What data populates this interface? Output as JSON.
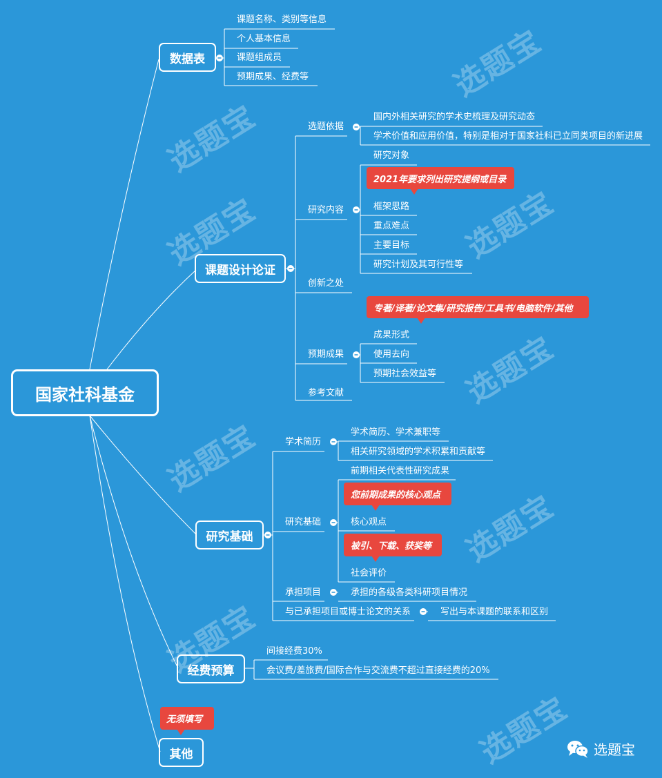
{
  "root": "国家社科基金",
  "branches": {
    "data_table": {
      "title": "数据表",
      "items": [
        "课题名称、类别等信息",
        "个人基本信息",
        "课题组成员",
        "预期成果、经费等"
      ]
    },
    "design": {
      "title": "课题设计论证",
      "basis": {
        "label": "选题依据",
        "items": [
          "国内外相关研究的学术史梳理及研究动态",
          "学术价值和应用价值，特别是相对于国家社科已立同类项目的新进展"
        ]
      },
      "content": {
        "label": "研究内容",
        "items": [
          "研究对象",
          "框架思路",
          "重点难点",
          "主要目标",
          "研究计划及其可行性等"
        ],
        "callout": "2021年要求列出研究提纲或目录"
      },
      "innovation": {
        "label": "创新之处"
      },
      "outcomes": {
        "label": "预期成果",
        "items": [
          "成果形式",
          "使用去向",
          "预期社会效益等"
        ],
        "callout": "专著/译著/论文集/研究报告/工具书/电脑软件/其他"
      },
      "references": {
        "label": "参考文献"
      }
    },
    "foundation": {
      "title": "研究基础",
      "resume": {
        "label": "学术简历",
        "items": [
          "学术简历、学术兼职等",
          "相关研究领域的学术积累和贡献等"
        ]
      },
      "basis": {
        "label": "研究基础",
        "items": [
          "前期相关代表性研究成果",
          "核心观点",
          "社会评价"
        ],
        "callout1": "您前期成果的核心观点",
        "callout2": "被引、下载、获奖等"
      },
      "projects": {
        "label": "承担项目",
        "items": [
          "承担的各级各类科研项目情况"
        ]
      },
      "relation": {
        "label": "与已承担项目或博士论文的关系",
        "items": [
          "写出与本课题的联系和区别"
        ]
      }
    },
    "budget": {
      "title": "经费预算",
      "items": [
        "间接经费30%",
        "会议费/差旅费/国际合作与交流费不超过直接经费的20%"
      ]
    },
    "other": {
      "title": "其他",
      "callout": "无须填写"
    }
  },
  "watermark": "选题宝",
  "logo_text": "选题宝",
  "colors": {
    "background": "#2b97d9",
    "callout": "#e8473e",
    "line": "#ffffff"
  }
}
